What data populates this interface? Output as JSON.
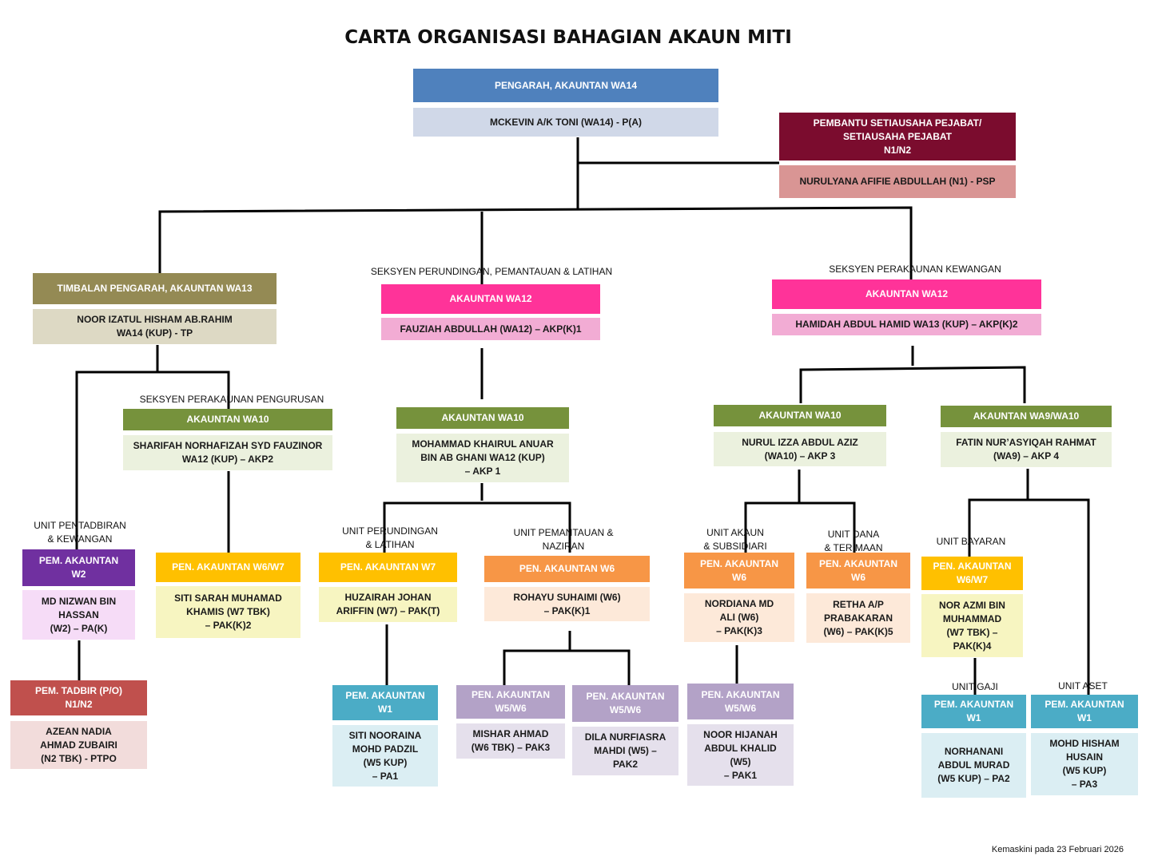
{
  "title": "CARTA ORGANISASI BAHAGIAN AKAUN MITI",
  "footer": "Kemaskini pada 23 Februari 2026",
  "colors": {
    "blue_head": "#4f81bd",
    "blue_name": "#d0d8e8",
    "maroon_head": "#7b0c2e",
    "maroon_name": "#d99594",
    "olive_head": "#948a54",
    "olive_name": "#ddd9c4",
    "pink_head": "#ff3399",
    "pink_name": "#f2acd4",
    "green_head": "#76923c",
    "green_name": "#ebf1de",
    "purple_head": "#7030a0",
    "purple_name": "#f6dcf7",
    "red_head": "#c0504d",
    "red_name": "#f2dcdb",
    "yellow_head": "#ffc000",
    "yellow_name": "#f7f5c1",
    "orange_head": "#f79646",
    "orange_name": "#fde9d9",
    "lavender_head": "#b3a2c7",
    "lavender_name": "#e5e0ec",
    "teal_head": "#4bacc6",
    "teal_name": "#dbeef3"
  },
  "labels": {
    "seksyen_perundingan": "SEKSYEN PERUNDINGAN, PEMANTAUAN & LATIHAN",
    "seksyen_perakaunan_kewangan": "SEKSYEN PERAKAUNAN KEWANGAN",
    "seksyen_perakaunan_pengurusan": "SEKSYEN PERAKAUNAN PENGURUSAN",
    "unit_pentadbiran": "UNIT PENTADBIRAN\n& KEWANGAN",
    "unit_perundingan": "UNIT PERUNDINGAN\n& LATIHAN",
    "unit_pemantauan": "UNIT PEMANTAUAN &\nNAZIRAN",
    "unit_akaun": "UNIT AKAUN\n& SUBSIDIARI",
    "unit_dana": "UNIT DANA\n& TERIMAAN",
    "unit_bayaran": "UNIT BAYARAN",
    "unit_gaji": "UNIT GAJI",
    "unit_aset": "UNIT ASET"
  },
  "nodes": {
    "pengarah": {
      "role": "PENGARAH, AKAUNTAN WA14",
      "name": "MCKEVIN  A/K TONI  (WA14)  - P(A)"
    },
    "psp": {
      "role": "PEMBANTU SETIAUSAHA PEJABAT/\nSETIAUSAHA PEJABAT\nN1/N2",
      "name": "NURULYANA AFIFIE ABDULLAH (N1)  - PSP"
    },
    "tp": {
      "role": "TIMBALAN PENGARAH, AKAUNTAN WA13",
      "name": "NOOR IZATUL HISHAM AB.RAHIM\nWA14 (KUP) - TP"
    },
    "akp_k1": {
      "role": "AKAUNTAN WA12",
      "name": "FAUZIAH ABDULLAH (WA12) – AKP(K)1"
    },
    "akp_k2": {
      "role": "AKAUNTAN WA12",
      "name": "HAMIDAH ABDUL HAMID WA13 (KUP) – AKP(K)2"
    },
    "akp2": {
      "role": "AKAUNTAN WA10",
      "name": "SHARIFAH NORHAFIZAH SYD FAUZINOR\nWA12 (KUP) – AKP2"
    },
    "akp1": {
      "role": "AKAUNTAN WA10",
      "name": "MOHAMMAD KHAIRUL ANUAR\nBIN AB GHANI WA12 (KUP)\n– AKP 1"
    },
    "akp3": {
      "role": "AKAUNTAN WA10",
      "name": "NURUL IZZA ABDUL AZIZ\n(WA10) – AKP 3"
    },
    "akp4": {
      "role": "AKAUNTAN WA9/WA10",
      "name": "FATIN NUR’ASYIQAH RAHMAT\n(WA9) – AKP 4"
    },
    "pak_k": {
      "role": "PEM. AKAUNTAN\nW2",
      "name": "MD NIZWAN BIN\nHASSAN\n(W2) – PA(K)"
    },
    "ptpo": {
      "role": "PEM. TADBIR (P/O)\nN1/N2",
      "name": "AZEAN NADIA\nAHMAD ZUBAIRI\n(N2 TBK) - PTPO"
    },
    "pak_k2": {
      "role": "PEN. AKAUNTAN W6/W7",
      "name": "SITI SARAH MUHAMAD\nKHAMIS (W7 TBK)\n– PAK(K)2"
    },
    "pak_t": {
      "role": "PEN. AKAUNTAN W7",
      "name": "HUZAIRAH JOHAN\nARIFFIN (W7) – PAK(T)"
    },
    "pak_k1": {
      "role": "PEN. AKAUNTAN W6",
      "name": "ROHAYU SUHAIMI (W6)\n– PAK(K)1"
    },
    "pa1": {
      "role": "PEM. AKAUNTAN\nW1",
      "name": "SITI NOORAINA\nMOHD PADZIL\n(W5 KUP)\n– PA1"
    },
    "pak3": {
      "role": "PEN. AKAUNTAN\nW5/W6",
      "name": "MISHAR AHMAD\n(W6 TBK) – PAK3"
    },
    "pak2": {
      "role": "PEN. AKAUNTAN\nW5/W6",
      "name": "DILA NURFIASRA\nMAHDI (W5) –\nPAK2"
    },
    "pak_k3": {
      "role": "PEN. AKAUNTAN\nW6",
      "name": "NORDIANA MD\nALI (W6)\n– PAK(K)3"
    },
    "pak_k5": {
      "role": "PEN. AKAUNTAN\nW6",
      "name": "RETHA A/P\nPRABAKARAN\n(W6) – PAK(K)5"
    },
    "pak1": {
      "role": "PEN. AKAUNTAN\nW5/W6",
      "name": "NOOR HIJANAH\nABDUL KHALID\n(W5)\n– PAK1"
    },
    "pak_k4": {
      "role": "PEN. AKAUNTAN\nW6/W7",
      "name": "NOR AZMI BIN\nMUHAMMAD\n(W7 TBK) –\nPAK(K)4"
    },
    "pa2": {
      "role": "PEM. AKAUNTAN\nW1",
      "name": "NORHANANI\nABDUL MURAD\n(W5 KUP) – PA2"
    },
    "pa3": {
      "role": "PEM. AKAUNTAN\nW1",
      "name": "MOHD HISHAM\nHUSAIN\n(W5 KUP)\n– PA3"
    }
  }
}
